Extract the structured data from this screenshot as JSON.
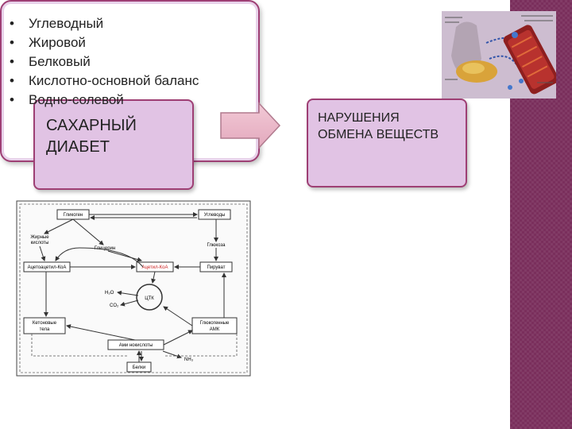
{
  "box_left": {
    "line1": "САХАРНЫЙ",
    "line2": "ДИАБЕТ"
  },
  "box_right": {
    "line1": "НАРУШЕНИЯ",
    "line2": "ОБМЕНА ВЕЩЕСТВ"
  },
  "list": {
    "bullet": "•",
    "items": [
      "Углеводный",
      "Жировой",
      "Белковый",
      "Кислотно-основной баланс",
      "Водно-солевой"
    ]
  },
  "scheme": {
    "glycogen": "Гликоген",
    "proteins": "Углеводы",
    "fatty_acids_l1": "Жирные",
    "fatty_acids_l2": "кислоты",
    "glucose_left": "Глицерин",
    "glucose_right": "Глюкоза",
    "acetoacetyl": "Ацетоацетил-КоА",
    "acetyl": "Ацетил-КоА",
    "pyruvate": "Пируват",
    "h2o": "H₂O",
    "co2": "CO₂",
    "tca": "ЦТК",
    "ketone_l1": "Кетоновые",
    "ketone_l2": "тела",
    "amino_l1": "Глюкогенные",
    "amino_l2": "АМК",
    "amino_acids": "Ами нокислоты",
    "protein": "Белки",
    "nh3": "NH₃"
  },
  "colors": {
    "accent": "#9e3f74",
    "box_fill": "#e1c3e4",
    "sidebar": "#7a2f5c",
    "scheme_red": "#cc2222"
  }
}
